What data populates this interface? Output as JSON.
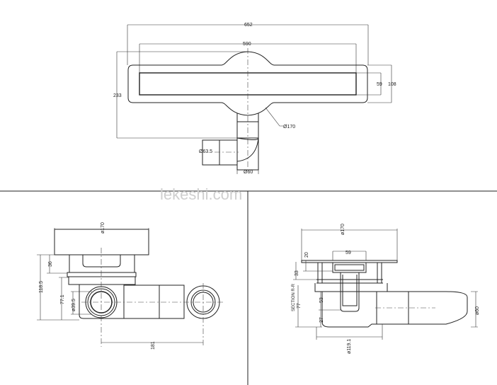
{
  "watermark": "lekeshi.com",
  "top_view": {
    "overall_length": "652",
    "slot_length": "590",
    "overall_depth": "233",
    "slot_width": "59",
    "body_width": "108",
    "body_diameter": "Ø170",
    "outlet_diameter": "Ø60",
    "side_outlet_diameter": "Ø63.5"
  },
  "side_view": {
    "plate_diameter": "ø170",
    "top_height": "36",
    "total_height": "118.5",
    "outlet_height": "77.1",
    "inlet_diameter": "ø39.5",
    "outlet_distance": "181"
  },
  "section_view": {
    "plate_diameter": "ø170",
    "grate_width": "59",
    "grate_depth": "20",
    "upper_height": "33",
    "section_label": "SECTION R-R",
    "body_height": "77",
    "trap_height": "53",
    "trap_base": "27",
    "body_diameter": "ø119.1",
    "outlet_diameter": "ø60"
  }
}
